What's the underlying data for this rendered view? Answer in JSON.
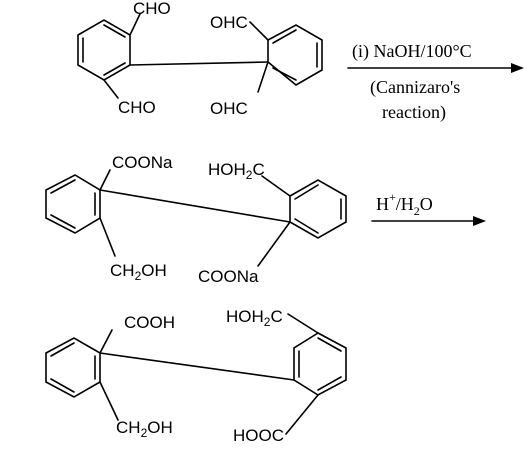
{
  "step1": {
    "reactant": {
      "g_top_left": "CHO",
      "g_bottom_left": "CHO",
      "g_top_right": "OHC",
      "g_bottom_right": "OHC"
    },
    "conditions": {
      "line1": "(i) NaOH/100°C",
      "line2": "(Cannizaro's",
      "line3": "reaction)"
    }
  },
  "step2": {
    "intermediate": {
      "g_top_left": "COONa",
      "g_bottom_left_main": "CH",
      "g_bottom_left_sub": "2",
      "g_bottom_left_tail": "OH",
      "g_top_right_main": "HOH",
      "g_top_right_sub": "2",
      "g_top_right_tail": "C",
      "g_bottom_right": "COONa"
    },
    "conditions": {
      "h": "H",
      "h_sup": "+",
      "slash": "/H",
      "sub": "2",
      "o": "O"
    }
  },
  "step3": {
    "product": {
      "g_top_left": "COOH",
      "g_bottom_left_main": "CH",
      "g_bottom_left_sub": "2",
      "g_bottom_left_tail": "OH",
      "g_top_right_main": "HOH",
      "g_top_right_sub": "2",
      "g_top_right_tail": "C",
      "g_bottom_right": "HOOC"
    }
  }
}
